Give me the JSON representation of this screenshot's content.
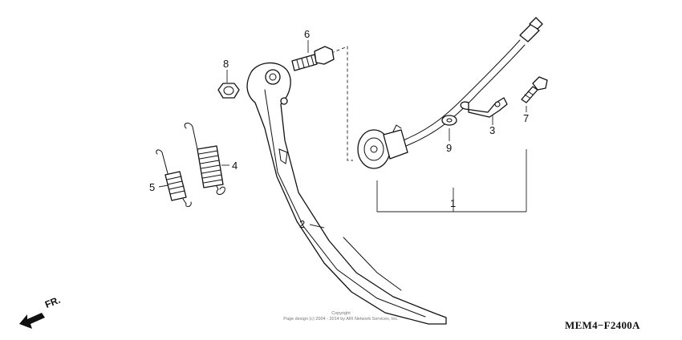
{
  "diagram": {
    "callouts": {
      "c1": "1",
      "c2": "2",
      "c3": "3",
      "c4": "4",
      "c5": "5",
      "c6": "6",
      "c7": "7",
      "c8": "8",
      "c9": "9"
    },
    "front_arrow_label": "FR.",
    "copyright_line1": "Copyright",
    "copyright_line2": "Page design (c) 2004 - 2014 by ARI Network Services, Inc.",
    "diagram_code": "MEM4−F2400A"
  }
}
